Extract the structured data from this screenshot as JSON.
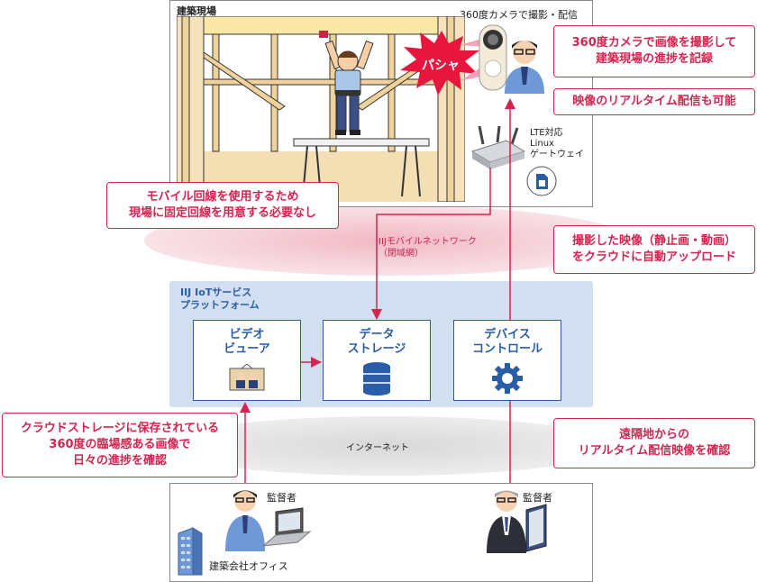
{
  "site": {
    "title": "建築現場",
    "camera_label": "360度カメラで撮影・配信",
    "flash_text": "パシャ",
    "gateway_label": "LTE対応\nLinux\nゲートウェイ"
  },
  "callouts": {
    "camera_record": "360度カメラで画像を撮影して\n建築現場の進捗を記録",
    "realtime": "映像のリアルタイム配信も可能",
    "mobile_line": "モバイル回線を使用するため\n現場に固定回線を用意する必要なし",
    "auto_upload": "撮影した映像（静止画・動画）\nをクラウドに自動アップロード",
    "cloud_storage": "クラウドストレージに保存されている\n360度の臨場感ある画像で\n日々の進捗を確認",
    "remote_view": "遠隔地からの\nリアルタイム配信映像を確認"
  },
  "network": {
    "mobile": "IIJモバイルネットワーク\n（閉域網）",
    "internet": "インターネット"
  },
  "platform": {
    "title": "IIJ IoTサービス\nプラットフォーム",
    "services": [
      {
        "label": "ビデオ\nビューア",
        "icon": "video-viewer-icon"
      },
      {
        "label": "データ\nストレージ",
        "icon": "database-icon"
      },
      {
        "label": "デバイス\nコントロール",
        "icon": "gear-icon"
      }
    ]
  },
  "office": {
    "supervisor_left": "監督者",
    "supervisor_right": "監督者",
    "office_label": "建築会社オフィス"
  },
  "colors": {
    "accent": "#d6234f",
    "platform_blue": "#2a5da8",
    "platform_bg": "#d2dff0",
    "mobile_ellipse": "#f7d9df",
    "internet_ellipse": "#e6e6e6"
  }
}
